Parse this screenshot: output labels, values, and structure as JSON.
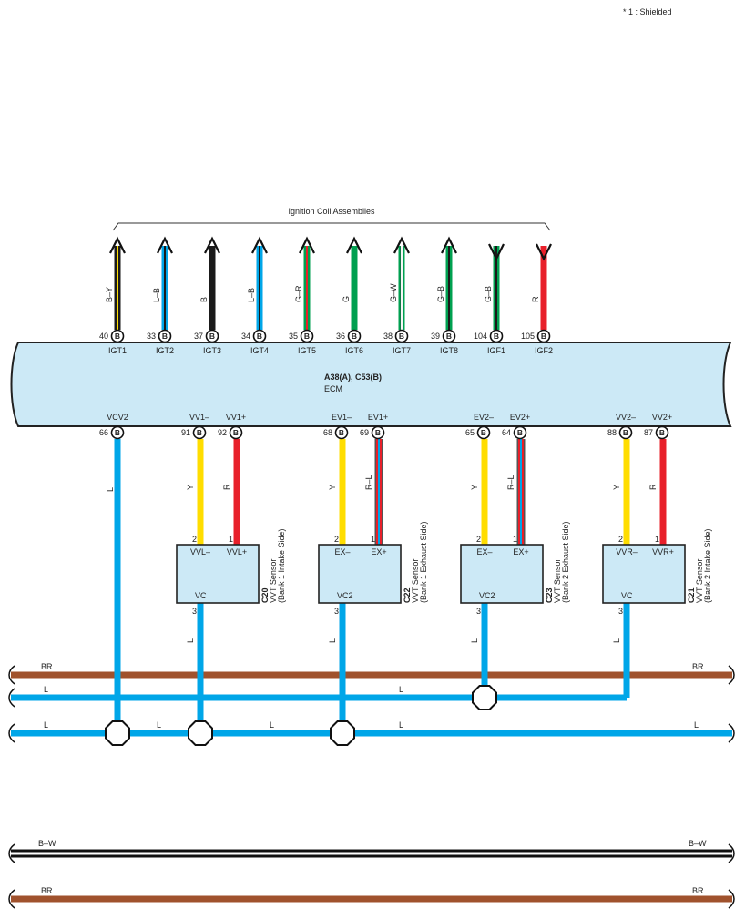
{
  "note": "* 1 : Shielded",
  "bracket_title": "Ignition Coil Assemblies",
  "colors": {
    "ecm_fill": "#cce9f6",
    "wire_L": "#00a6e8",
    "wire_Y": "#ffdd00",
    "wire_R": "#e8202a",
    "wire_B": "#1a1a1a",
    "wire_G": "#00a050",
    "wire_BR": "#a0522d",
    "wire_W": "#ffffff"
  },
  "ecm": {
    "connector": "A38(A), C53(B)",
    "name": "ECM"
  },
  "top_pins": [
    {
      "wire": "B–Y",
      "pin": "40",
      "conn": "B",
      "terminal": "IGT1",
      "colors": [
        "#1a1a1a",
        "#ffdd00"
      ],
      "dir": "out"
    },
    {
      "wire": "L–B",
      "pin": "33",
      "conn": "B",
      "terminal": "IGT2",
      "colors": [
        "#00a6e8",
        "#1a1a1a"
      ],
      "dir": "out"
    },
    {
      "wire": "B",
      "pin": "37",
      "conn": "B",
      "terminal": "IGT3",
      "colors": [
        "#1a1a1a"
      ],
      "dir": "out"
    },
    {
      "wire": "L–B",
      "pin": "34",
      "conn": "B",
      "terminal": "IGT4",
      "colors": [
        "#00a6e8",
        "#1a1a1a"
      ],
      "dir": "out"
    },
    {
      "wire": "G–R",
      "pin": "35",
      "conn": "B",
      "terminal": "IGT5",
      "colors": [
        "#00a050",
        "#e8202a"
      ],
      "dir": "out"
    },
    {
      "wire": "G",
      "pin": "36",
      "conn": "B",
      "terminal": "IGT6",
      "colors": [
        "#00a050"
      ],
      "dir": "out"
    },
    {
      "wire": "G–W",
      "pin": "38",
      "conn": "B",
      "terminal": "IGT7",
      "colors": [
        "#00a050",
        "#ffffff"
      ],
      "dir": "out"
    },
    {
      "wire": "G–B",
      "pin": "39",
      "conn": "B",
      "terminal": "IGT8",
      "colors": [
        "#00a050",
        "#1a1a1a"
      ],
      "dir": "out"
    },
    {
      "wire": "G–B",
      "pin": "104",
      "conn": "B",
      "terminal": "IGF1",
      "colors": [
        "#00a050",
        "#1a1a1a"
      ],
      "dir": "in"
    },
    {
      "wire": "R",
      "pin": "105",
      "conn": "B",
      "terminal": "IGF2",
      "colors": [
        "#e8202a"
      ],
      "dir": "in"
    }
  ],
  "bottom_pins": [
    {
      "terminal": "VCV2",
      "pin": "66",
      "conn": "B"
    },
    {
      "terminal": "VV1–",
      "pin": "91",
      "conn": "B"
    },
    {
      "terminal": "VV1+",
      "pin": "92",
      "conn": "B"
    },
    {
      "terminal": "EV1–",
      "pin": "68",
      "conn": "B"
    },
    {
      "terminal": "EV1+",
      "pin": "69",
      "conn": "B"
    },
    {
      "terminal": "EV2–",
      "pin": "65",
      "conn": "B"
    },
    {
      "terminal": "EV2+",
      "pin": "64",
      "conn": "B"
    },
    {
      "terminal": "VV2–",
      "pin": "88",
      "conn": "B"
    },
    {
      "terminal": "VV2+",
      "pin": "87",
      "conn": "B"
    }
  ],
  "sensors": [
    {
      "code": "C20",
      "name": "VVT Sensor",
      "side": "(Bank 1 Intake Side)",
      "neg_label": "VVL–",
      "pos_label": "VVL+",
      "vc_label": "VC",
      "neg_pin": "2",
      "pos_pin": "1",
      "vc_pin": "3",
      "neg_wire": "Y",
      "pos_wire": "R",
      "vc_wire": "L",
      "pos_shielded": false
    },
    {
      "code": "C22",
      "name": "VVT Sensor",
      "side": "(Bank 1 Exhaust Side)",
      "neg_label": "EX–",
      "pos_label": "EX+",
      "vc_label": "VC2",
      "neg_pin": "2",
      "pos_pin": "1",
      "vc_pin": "3",
      "neg_wire": "Y",
      "pos_wire": "R–L",
      "vc_wire": "L",
      "pos_shielded": true
    },
    {
      "code": "C23",
      "name": "VVT Sensor",
      "side": "(Bank 2 Exhaust Side)",
      "neg_label": "EX–",
      "pos_label": "EX+",
      "vc_label": "VC2",
      "neg_pin": "2",
      "pos_pin": "1",
      "vc_pin": "3",
      "neg_wire": "Y",
      "pos_wire": "R–L",
      "vc_wire": "L",
      "pos_shielded": true
    },
    {
      "code": "C21",
      "name": "VVT Sensor",
      "side": "(Bank 2 Intake Side)",
      "neg_label": "VVR–",
      "pos_label": "VVR+",
      "vc_label": "VC",
      "neg_pin": "2",
      "pos_pin": "1",
      "vc_pin": "3",
      "neg_wire": "Y",
      "pos_wire": "R",
      "vc_wire": "L",
      "pos_shielded": false
    }
  ],
  "vcv2_wire": "L",
  "buses": {
    "br_top": {
      "left": "BR",
      "right": "BR"
    },
    "l_mid": {
      "left": "L",
      "mid": "L"
    },
    "l_low": {
      "labels": [
        "L",
        "L",
        "L",
        "L",
        "L"
      ]
    },
    "bw": {
      "left": "B–W",
      "right": "B–W"
    },
    "br_bottom": {
      "left": "BR",
      "right": "BR"
    }
  }
}
